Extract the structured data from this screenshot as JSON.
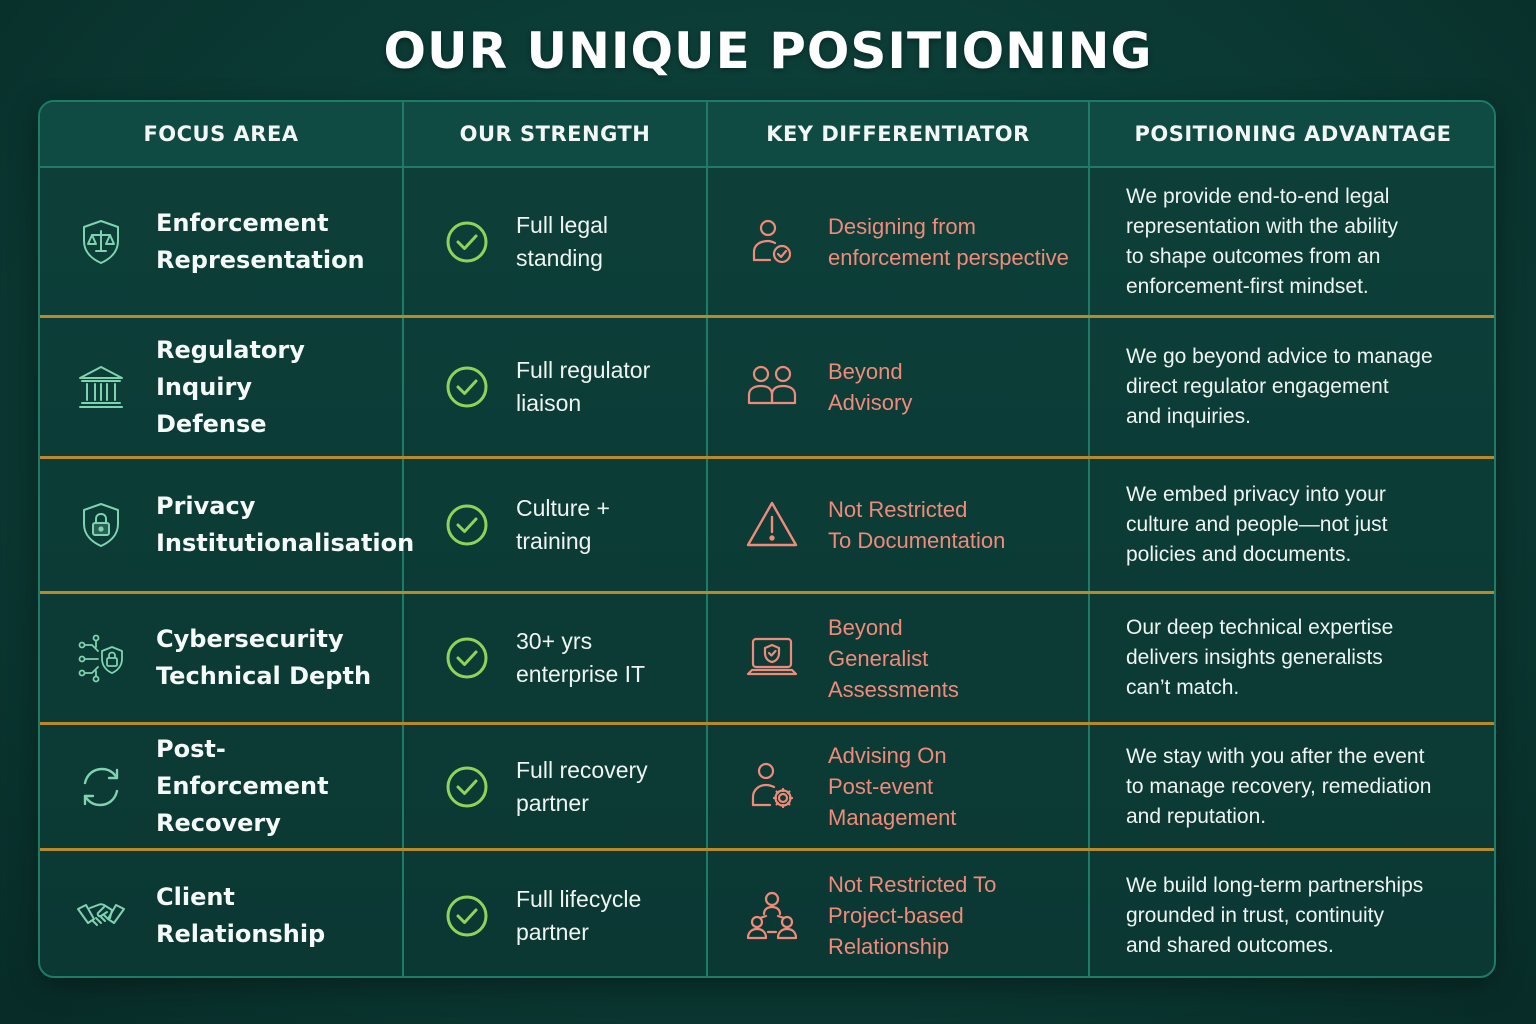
{
  "title": "OUR UNIQUE POSITIONING",
  "colors": {
    "background": "#0b3a34",
    "border": "#1f7a68",
    "row_separator": "#b8892a",
    "focus_icon": "#7fd3b0",
    "check_icon": "#8fd45a",
    "differentiator": "#f08a7a"
  },
  "table": {
    "headers": [
      "FOCUS AREA",
      "OUR STRENGTH",
      "KEY DIFFERENTIATOR",
      "POSITIONING ADVANTAGE"
    ],
    "rows": [
      {
        "focus_icon": "shield-scales-icon",
        "focus": "Enforcement\nRepresentation",
        "strength": "Full legal\nstanding",
        "diff_icon": "person-check-icon",
        "differentiator": "Designing from\nenforcement perspective",
        "advantage": "We provide end-to-end legal\nrepresentation with the ability\nto shape outcomes from an\nenforcement-first mindset."
      },
      {
        "focus_icon": "institution-icon",
        "focus": "Regulatory Inquiry\nDefense",
        "strength": "Full regulator\nliaison",
        "diff_icon": "two-people-icon",
        "differentiator": "Beyond\nAdvisory",
        "advantage": "We go beyond advice to manage\ndirect regulator engagement\nand inquiries."
      },
      {
        "focus_icon": "shield-lock-icon",
        "focus": "Privacy\nInstitutionalisation",
        "strength": "Culture +\ntraining",
        "diff_icon": "warning-triangle-icon",
        "differentiator": "Not Restricted\nTo Documentation",
        "advantage": "We embed privacy into your\nculture and people—not just\npolicies and documents."
      },
      {
        "focus_icon": "circuit-lock-icon",
        "focus": "Cybersecurity\nTechnical Depth",
        "strength": "30+ yrs\nenterprise IT",
        "diff_icon": "laptop-shield-icon",
        "differentiator": "Beyond\nGeneralist\nAssessments",
        "advantage": "Our deep technical expertise\ndelivers insights generalists\ncan’t match."
      },
      {
        "focus_icon": "refresh-cycle-icon",
        "focus": "Post-Enforcement\nRecovery",
        "strength": "Full recovery\npartner",
        "diff_icon": "person-gear-icon",
        "differentiator": "Advising On\nPost-event\nManagement",
        "advantage": "We stay with you after the event\nto manage recovery, remediation\nand reputation."
      },
      {
        "focus_icon": "handshake-icon",
        "focus": "Client\nRelationship",
        "strength": "Full lifecycle\npartner",
        "diff_icon": "people-network-icon",
        "differentiator": "Not Restricted To\nProject-based\nRelationship",
        "advantage": "We build long-term partnerships\ngrounded in trust, continuity\nand shared outcomes."
      }
    ]
  }
}
